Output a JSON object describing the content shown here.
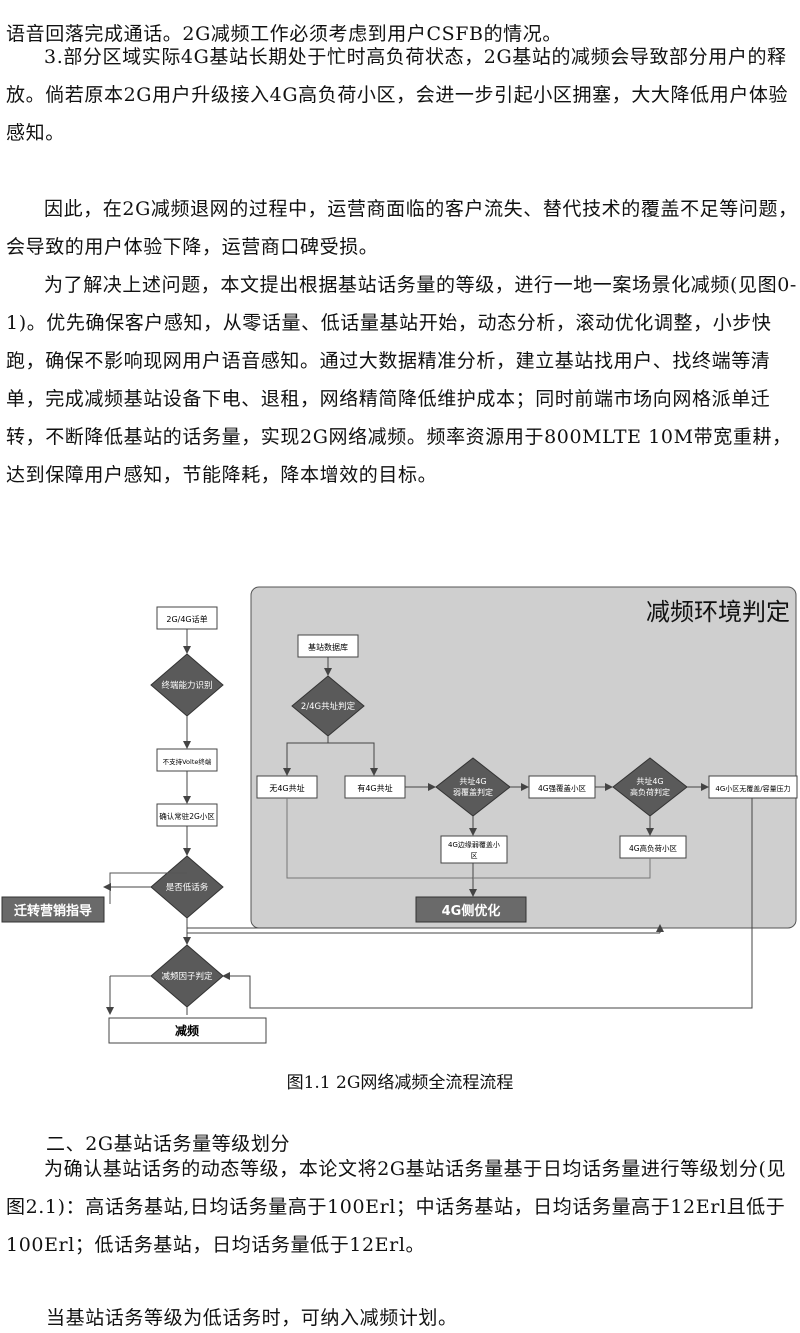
{
  "paragraphs": {
    "p_top": "语音回落完成通话。2G减频工作必须考虑到用户CSFB的情况。",
    "p3": "3.部分区域实际4G基站长期处于忙时高负荷状态，2G基站的减频会导致部分用户的释放。倘若原本2G用户升级接入4G高负荷小区，会进一步引起小区拥塞，大大降低用户体验感知。",
    "p4": "因此，在2G减频退网的过程中，运营商面临的客户流失、替代技术的覆盖不足等问题，会导致的用户体验下降，运营商口碑受损。",
    "p5": "为了解决上述问题，本文提出根据基站话务量的等级，进行一地一案场景化减频(见图0-1)。优先确保客户感知，从零话量、低话量基站开始，动态分析，滚动优化调整，小步快跑，确保不影响现网用户语音感知。通过大数据精准分析，建立基站找用户、找终端等清单，完成减频基站设备下电、退租，网络精简降低维护成本；同时前端市场向网格派单迁转，不断降低基站的话务量，实现2G网络减频。频率资源用于800MLTE 10M带宽重耕，达到保障用户感知，节能降耗，降本增效的目标。",
    "p7": "为确认基站话务的动态等级，本论文将2G基站话务量基于日均话务量进行等级划分(见图2.1)：高话务基站,日均话务量高于100Erl；中话务基站，日均话务量高于12Erl且低于100Erl；低话务基站，日均话务量低于12Erl。",
    "p8": "当基站话务等级为低话务时，可纳入减频计划。"
  },
  "section_heading": "二、2G基站话务量等级划分",
  "figure": {
    "caption": "图1.1 2G网络减频全流程流程",
    "panel_title": "减频环境判定",
    "nodes": {
      "start": "2G/4G话单",
      "terminal": "终端能力识别",
      "no_volte": "不支持Volte终端",
      "confirm": "确认常驻2G小区",
      "low_traffic": "是否低话务",
      "migrate": "迁转营销指导",
      "factor": "减频因子判定",
      "reduce": "减频",
      "db": "基站数据库",
      "coloc": "2/4G共址判定",
      "no4g": "无4G共址",
      "has4g": "有4G共址",
      "weak_cov": "共址4G\n弱覆盖判定",
      "strong_cell": "4G强覆盖小区",
      "high_load": "共址4G\n高负荷判定",
      "no_pressure": "4G小区无覆盖/容量压力",
      "edge_weak": "4G边缘弱覆盖小\n区",
      "high_load_cell": "4G高负荷小区",
      "opt4g": "4G侧优化"
    }
  }
}
